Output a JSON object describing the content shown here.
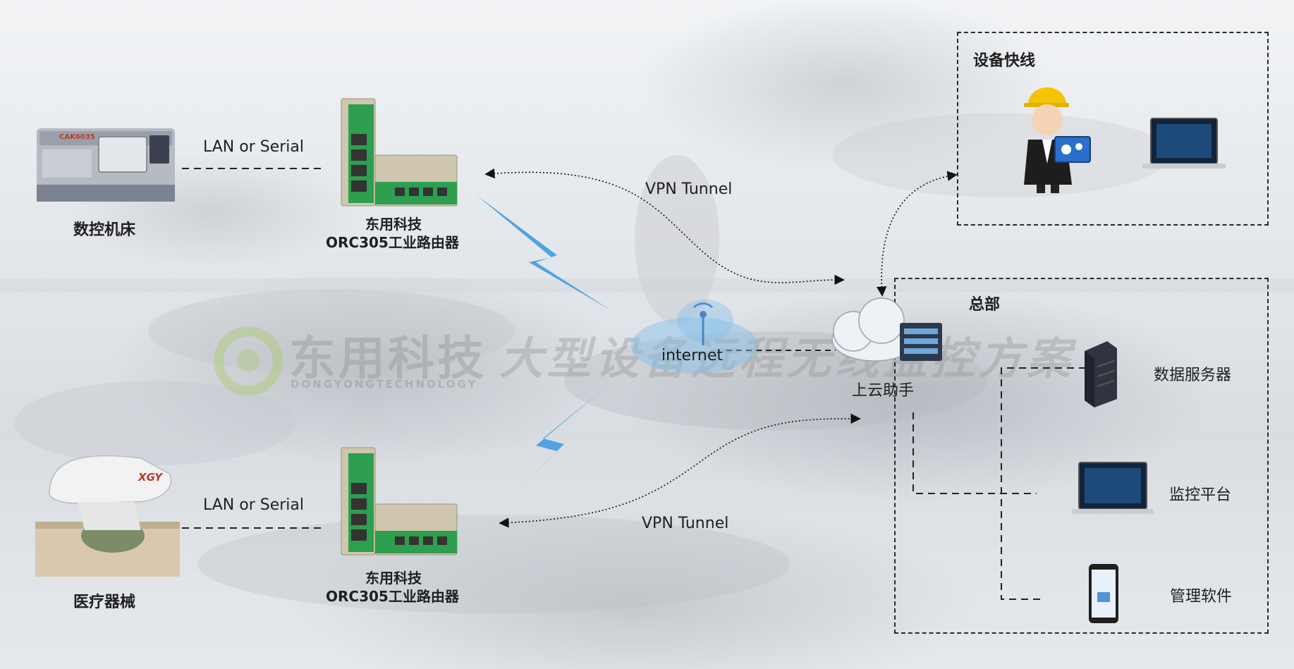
{
  "devices": {
    "cnc_label": "数控机床",
    "medical_label": "医疗器械",
    "cnc_brand": "CAK6035",
    "robot_brand": "XGY"
  },
  "links": {
    "lan_top": "LAN or Serial",
    "lan_bottom": "LAN or Serial",
    "vpn_top": "VPN Tunnel",
    "vpn_bottom": "VPN Tunnel",
    "internet": "internet"
  },
  "routers": {
    "top_line1": "东用科技",
    "top_line2": "ORC305工业路由器",
    "bottom_line1": "东用科技",
    "bottom_line2": "ORC305工业路由器"
  },
  "cloud": {
    "label": "上云助手"
  },
  "remote": {
    "title": "设备快线"
  },
  "hq": {
    "title": "总部",
    "server": "数据服务器",
    "monitor": "监控平台",
    "software": "管理软件"
  },
  "watermark": {
    "brand": "东用科技",
    "slogan": "大型设备远程无线监控方案",
    "english": "DONGYONGTECHNOLOGY"
  },
  "colors": {
    "lightning": "#4fa3e0",
    "router_green": "#2e9e4f",
    "router_beige": "#cfc6ae",
    "dashed": "#2a2a2a",
    "helmet": "#f5c400"
  }
}
